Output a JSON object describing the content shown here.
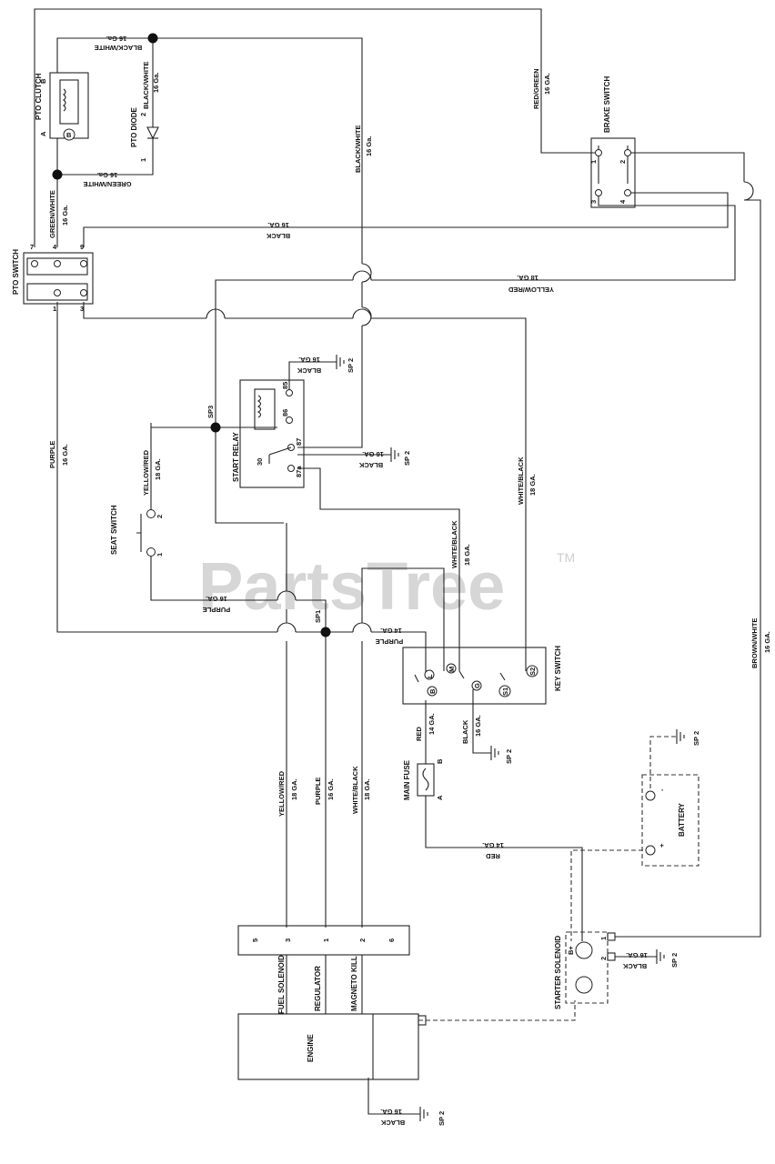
{
  "watermark": {
    "text": "PartsTree",
    "tm": "TM"
  },
  "components": {
    "pto_clutch": {
      "label": "PTO CLUTCH",
      "pin_a": "A",
      "pin_b": "B",
      "badge": "B"
    },
    "pto_diode": {
      "label": "PTO DIODE",
      "pin_1": "1",
      "pin_2": "2"
    },
    "pto_switch": {
      "label": "PTO SWITCH",
      "pins": [
        "7",
        "4",
        "9",
        "1",
        "3"
      ]
    },
    "brake_switch": {
      "label": "BRAKE SWITCH",
      "pins": [
        "1",
        "2",
        "3",
        "4"
      ]
    },
    "start_relay": {
      "label": "START RELAY",
      "pins": [
        "85",
        "86",
        "87",
        "87a",
        "30"
      ]
    },
    "seat_switch": {
      "label": "SEAT SWITCH",
      "pins": [
        "2",
        "1"
      ]
    },
    "key_switch": {
      "label": "KEY SWITCH",
      "pins": [
        "B",
        "L",
        "M",
        "G",
        "S1",
        "S2"
      ]
    },
    "main_fuse": {
      "label": "MAIN FUSE",
      "pin_a": "A",
      "pin_b": "B"
    },
    "battery": {
      "label": "BATTERY",
      "neg": "-",
      "pos": "+"
    },
    "starter_solenoid": {
      "label": "STARTER SOLENOID",
      "pin_b": "B+",
      "pin_1": "1",
      "pin_2": "2"
    },
    "engine": {
      "label": "ENGINE"
    },
    "engine_connector": {
      "pins": [
        "5",
        "3",
        "1",
        "2",
        "6"
      ],
      "labels": [
        "FUEL SOLENOID",
        "REGULATOR",
        "MAGNETO KILL"
      ]
    }
  },
  "splices": [
    "SP1",
    "SP3"
  ],
  "grounds": [
    "SP 2",
    "SP 2",
    "SP 2",
    "SP 2",
    "SP 2",
    "SP 2"
  ],
  "wires": {
    "bw_top_color": "BLACK/WHITE",
    "bw_top_ga": "16 Ga.",
    "bw_diode_color": "BLACK/WHITE",
    "bw_diode_ga": "16 Ga.",
    "gw_clutch_color": "GREEN/WHITE",
    "gw_clutch_ga": "16 Ga.",
    "gw_vert_color": "GREEN/WHITE",
    "gw_vert_ga": "16 Ga.",
    "bw_vert_color": "BLACK/WHITE",
    "bw_vert_ga": "16 Ga.",
    "rg_color": "RED/GREEN",
    "rg_ga": "16 GA.",
    "black_pto_color": "BLACK",
    "black_pto_ga": "16 GA.",
    "yr_long_color": "YELLOW/RED",
    "yr_long_ga": "18 GA.",
    "relay_gnd_color": "BLACK",
    "relay_gnd_ga": "16 GA.",
    "relay87_color": "BLACK",
    "relay87_ga": "16 GA.",
    "purple_left_color": "PURPLE",
    "purple_left_ga": "16 GA.",
    "yr_seat_color": "YELLOW/RED",
    "yr_seat_ga": "18 GA.",
    "wb_key_color": "WHITE/BLACK",
    "wb_key_ga": "18 GA.",
    "wb_relay_color": "WHITE/BLACK",
    "wb_relay_ga": "18 GA.",
    "purple_seat_color": "PURPLE",
    "purple_seat_ga": "16 GA.",
    "purple_key_color": "PURPLE",
    "purple_key_ga": "14 GA.",
    "brw_color": "BROWN/WHITE",
    "brw_ga": "16 GA.",
    "red_fuse_color": "RED",
    "red_fuse_ga": "14 GA.",
    "black_key_color": "BLACK",
    "black_key_ga": "16 GA.",
    "yr_eng_color": "YELLOW/RED",
    "yr_eng_ga": "18 GA.",
    "purple_eng_color": "PURPLE",
    "purple_eng_ga": "16 GA.",
    "wb_eng_color": "WHITE/BLACK",
    "wb_eng_ga": "18 GA.",
    "red_batt_color": "RED",
    "red_batt_ga": "14 GA.",
    "black_sol_color": "BLACK",
    "black_sol_ga": "16 GA.",
    "black_eng_color": "BLACK",
    "black_eng_ga": "16 GA."
  }
}
